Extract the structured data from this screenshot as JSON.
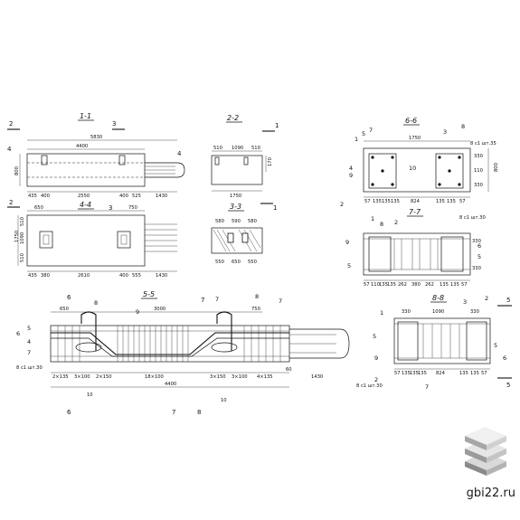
{
  "sections": {
    "s11": "1-1",
    "s22": "2-2",
    "s33": "3-3",
    "s44": "4-4",
    "s55": "5-5",
    "s66": "6-6",
    "s77": "7-7",
    "s88": "8-8"
  },
  "cut_marks": [
    "1",
    "2",
    "3",
    "4",
    "5",
    "6",
    "7",
    "8"
  ],
  "dims_11": {
    "overall": "5830",
    "body": "4400",
    "height": "800",
    "bottom": [
      "435",
      "400",
      "2550",
      "400",
      "525",
      "1430"
    ]
  },
  "dims_22": {
    "top": [
      "510",
      "1090",
      "510"
    ],
    "width": "1750",
    "height": "170"
  },
  "dims_33": {
    "top": [
      "580",
      "590",
      "580"
    ],
    "bottom": [
      "550",
      "650",
      "550"
    ]
  },
  "dims_44": {
    "top_left": "650",
    "top_right": "750",
    "height": "1750",
    "parts": [
      "510",
      "1090",
      "510"
    ],
    "bottom": [
      "435",
      "380",
      "2610",
      "400",
      "555",
      "1430"
    ]
  },
  "dims_55": {
    "left": "650",
    "mid": "3000",
    "right": "750",
    "bottom": [
      "2×135",
      "3×100",
      "2×150",
      "18×100",
      "3×150",
      "3×100",
      "4×135"
    ],
    "overall": "4400",
    "tail": "1430",
    "extra": "60",
    "markers": [
      "10",
      "10"
    ],
    "rebar_note": "8 с1 шт.30"
  },
  "dims_66": {
    "top": "1750",
    "height": "800",
    "right": [
      "330",
      "110",
      "330"
    ],
    "bottom": [
      "57",
      "135",
      "135",
      "135",
      "824",
      "135",
      "135",
      "57"
    ],
    "rebar_note": "8 с1 шт.35"
  },
  "dims_77": {
    "bottom": [
      "57",
      "110",
      "135",
      "135",
      "262",
      "380",
      "262",
      "135",
      "135",
      "57"
    ],
    "right": [
      "330",
      "330"
    ],
    "rebar_note": "8 с1 шт.30"
  },
  "dims_88": {
    "top": [
      "330",
      "1090",
      "330"
    ],
    "bottom": [
      "57",
      "135",
      "135",
      "135",
      "824",
      "135",
      "135",
      "57"
    ],
    "rebar_note": "8 с1 шт.30"
  },
  "callouts": [
    "1",
    "2",
    "3",
    "4",
    "5",
    "6",
    "7",
    "8",
    "9",
    "10"
  ],
  "watermark": "gbi22.ru",
  "logo_icon": "stacked-slabs-icon"
}
